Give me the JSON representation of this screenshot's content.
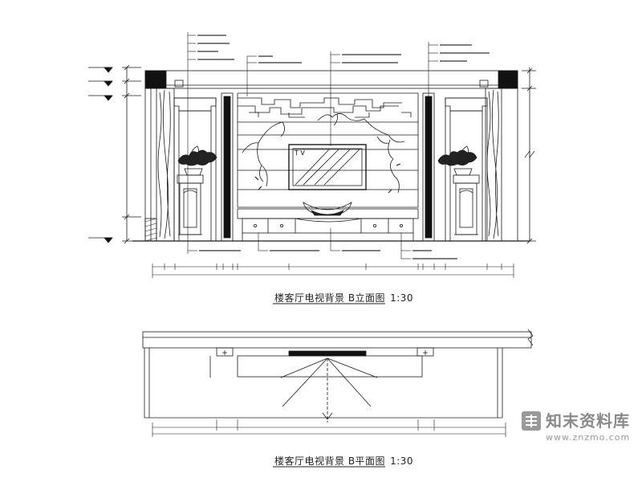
{
  "elevation": {
    "title": "楼客厅电视背景 B立面图",
    "scale": "1:30",
    "tv_label": "T V"
  },
  "plan": {
    "title": "楼客厅电视背景 B平面图",
    "scale": "1:30"
  },
  "watermark": {
    "brand": "知末资料库",
    "url": "www.znzmo.com"
  }
}
